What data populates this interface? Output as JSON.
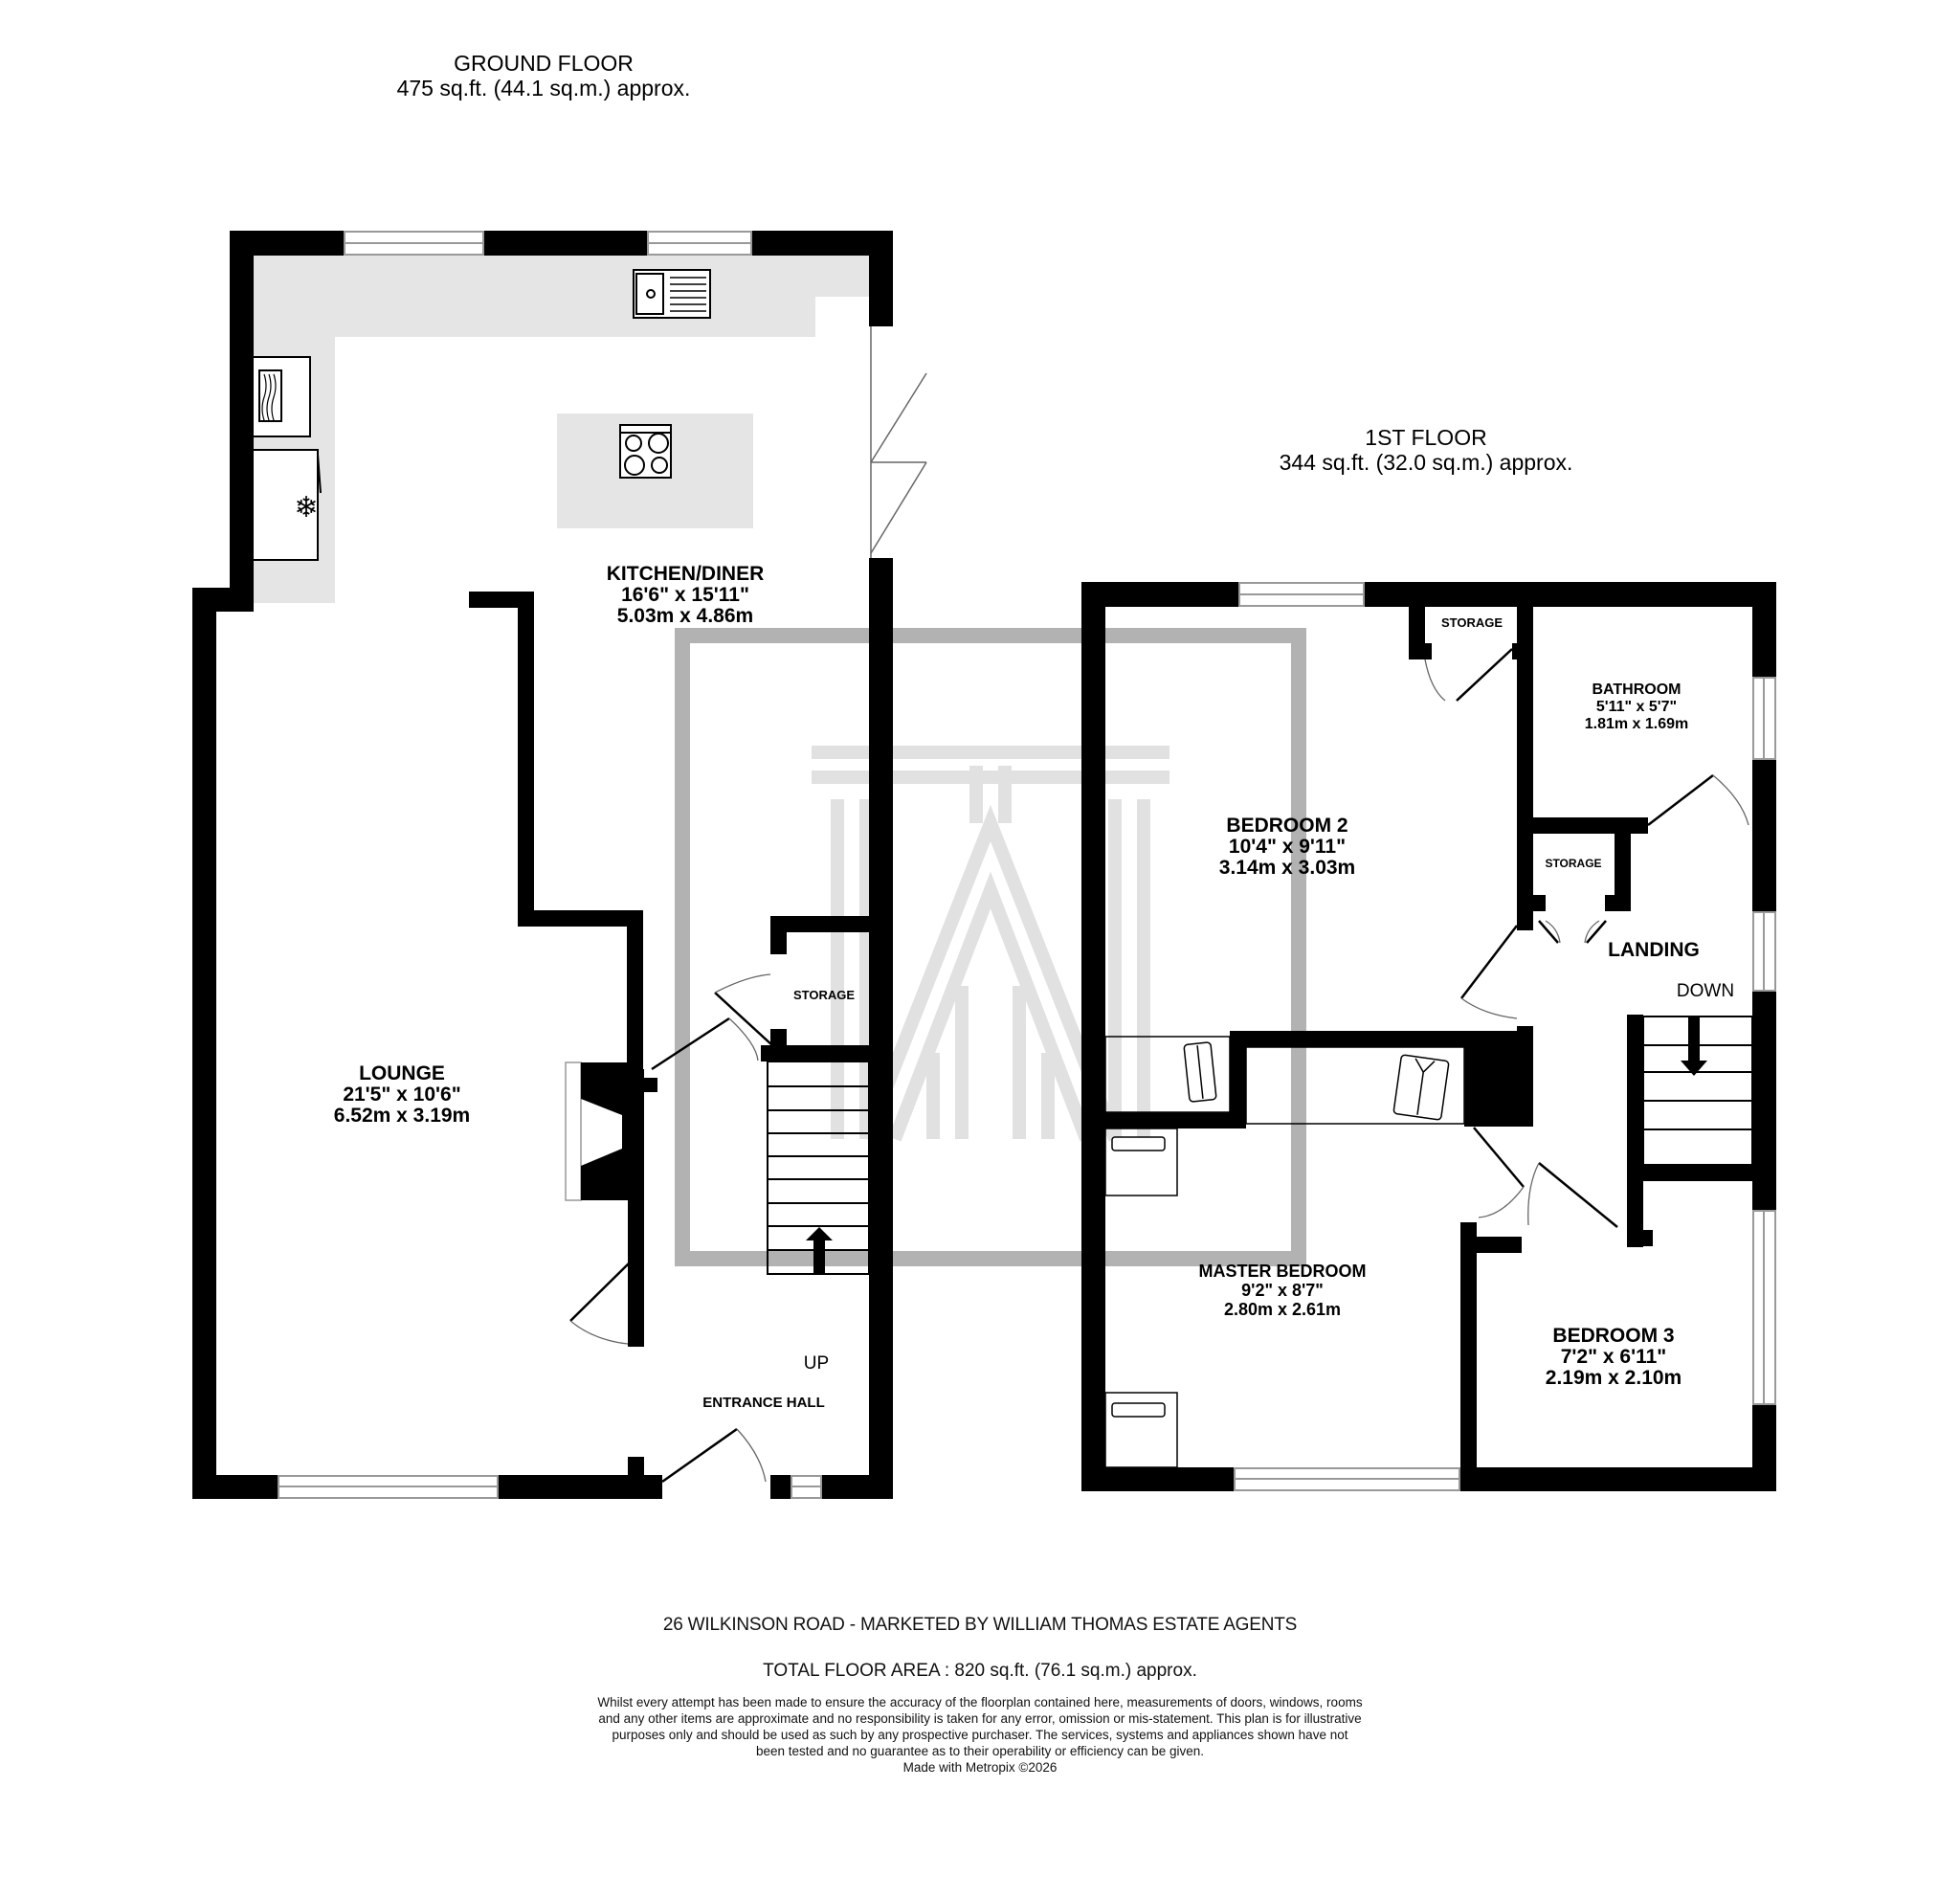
{
  "ground_floor": {
    "title": "GROUND FLOOR",
    "area": "475 sq.ft. (44.1 sq.m.) approx.",
    "rooms": [
      {
        "name": "KITCHEN/DINER",
        "imperial": "16'6\"  x 15'11\"",
        "metric": "5.03m  x 4.86m"
      },
      {
        "name": "LOUNGE",
        "imperial": "21'5\"  x 10'6\"",
        "metric": "6.52m  x 3.19m"
      },
      {
        "name": "ENTRANCE HALL"
      },
      {
        "name": "STORAGE"
      }
    ],
    "stair_label": "UP"
  },
  "first_floor": {
    "title": "1ST FLOOR",
    "area": "344 sq.ft. (32.0 sq.m.) approx.",
    "rooms": [
      {
        "name": "BEDROOM 2",
        "imperial": "10'4\"  x 9'11\"",
        "metric": "3.14m  x 3.03m"
      },
      {
        "name": "BATHROOM",
        "imperial": "5'11\"  x 5'7\"",
        "metric": "1.81m  x 1.69m"
      },
      {
        "name": "MASTER BEDROOM",
        "imperial": "9'2\"  x 8'7\"",
        "metric": "2.80m  x 2.61m"
      },
      {
        "name": "BEDROOM 3",
        "imperial": "7'2\"  x 6'11\"",
        "metric": "2.19m  x 2.10m"
      },
      {
        "name": "LANDING"
      },
      {
        "name": "STORAGE"
      },
      {
        "name": "STORAGE"
      }
    ],
    "stair_label": "DOWN"
  },
  "footer": {
    "address": "26 WILKINSON ROAD - MARKETED BY WILLIAM THOMAS ESTATE AGENTS",
    "total_area": "TOTAL FLOOR AREA : 820 sq.ft. (76.1 sq.m.) approx.",
    "disclaimer": "Whilst every attempt has been made to ensure the accuracy of the floorplan contained here, measurements of doors, windows, rooms and any other items are approximate and no responsibility is taken for any error, omission or mis-statement. This plan is for illustrative purposes only and should be used as such by any prospective purchaser. The services, systems and appliances shown have not been tested and no guarantee as to their operability or efficiency can be given.",
    "credit": "Made with Metropix ©2026"
  },
  "icons": {
    "sink": "sink-icon",
    "hob": "hob-icon",
    "microwave": "microwave-icon",
    "fridge_freezer": "snowflake-icon",
    "wardrobe": "shirt-icon",
    "watermark": "agency-logo-watermark"
  },
  "colors": {
    "wall": "#000000",
    "worktop": "#e5e5e5",
    "watermark": "#aaaaaa",
    "window": "#999999"
  }
}
